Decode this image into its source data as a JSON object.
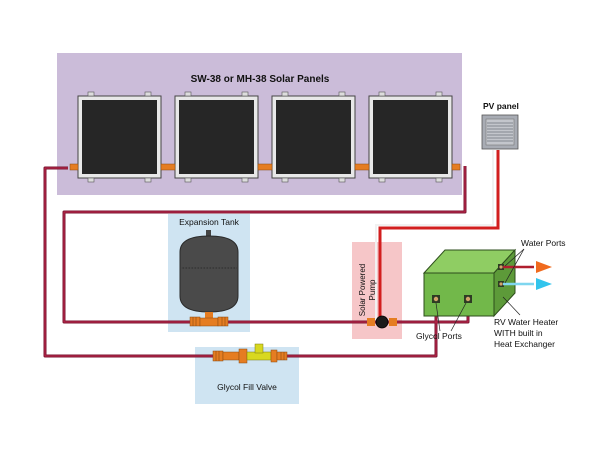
{
  "panels": {
    "title": "SW-38 or MH-38 Solar Panels",
    "count": 4
  },
  "pv_panel": {
    "label": "PV panel"
  },
  "expansion_tank": {
    "label": "Expansion Tank"
  },
  "pump": {
    "label_line1": "Solar Powered",
    "label_line2": "Pump"
  },
  "heater": {
    "water_ports_label": "Water Ports",
    "glycol_ports_label": "Glycol Ports",
    "desc_line1": "RV  Water Heater",
    "desc_line2": "WITH built in",
    "desc_line3": "Heat Exchanger"
  },
  "fill_valve": {
    "label": "Glycol Fill Valve"
  },
  "colors": {
    "panel_bg": "#cbbcd9",
    "glycol_pipe": "#7a1630",
    "wire_red": "#d21f1f",
    "tank_bg": "#cfe4f2",
    "pump_bg": "#f6c6c8",
    "heater_green": "#72b84a",
    "hot_arrow": "#f06a1e",
    "cold_arrow": "#32c4ec",
    "fitting_orange": "#e57d22",
    "valve_yellow": "#d8d820"
  },
  "icons": {
    "hot_water": "arrow-right-orange",
    "cold_water": "arrow-right-cyan"
  }
}
